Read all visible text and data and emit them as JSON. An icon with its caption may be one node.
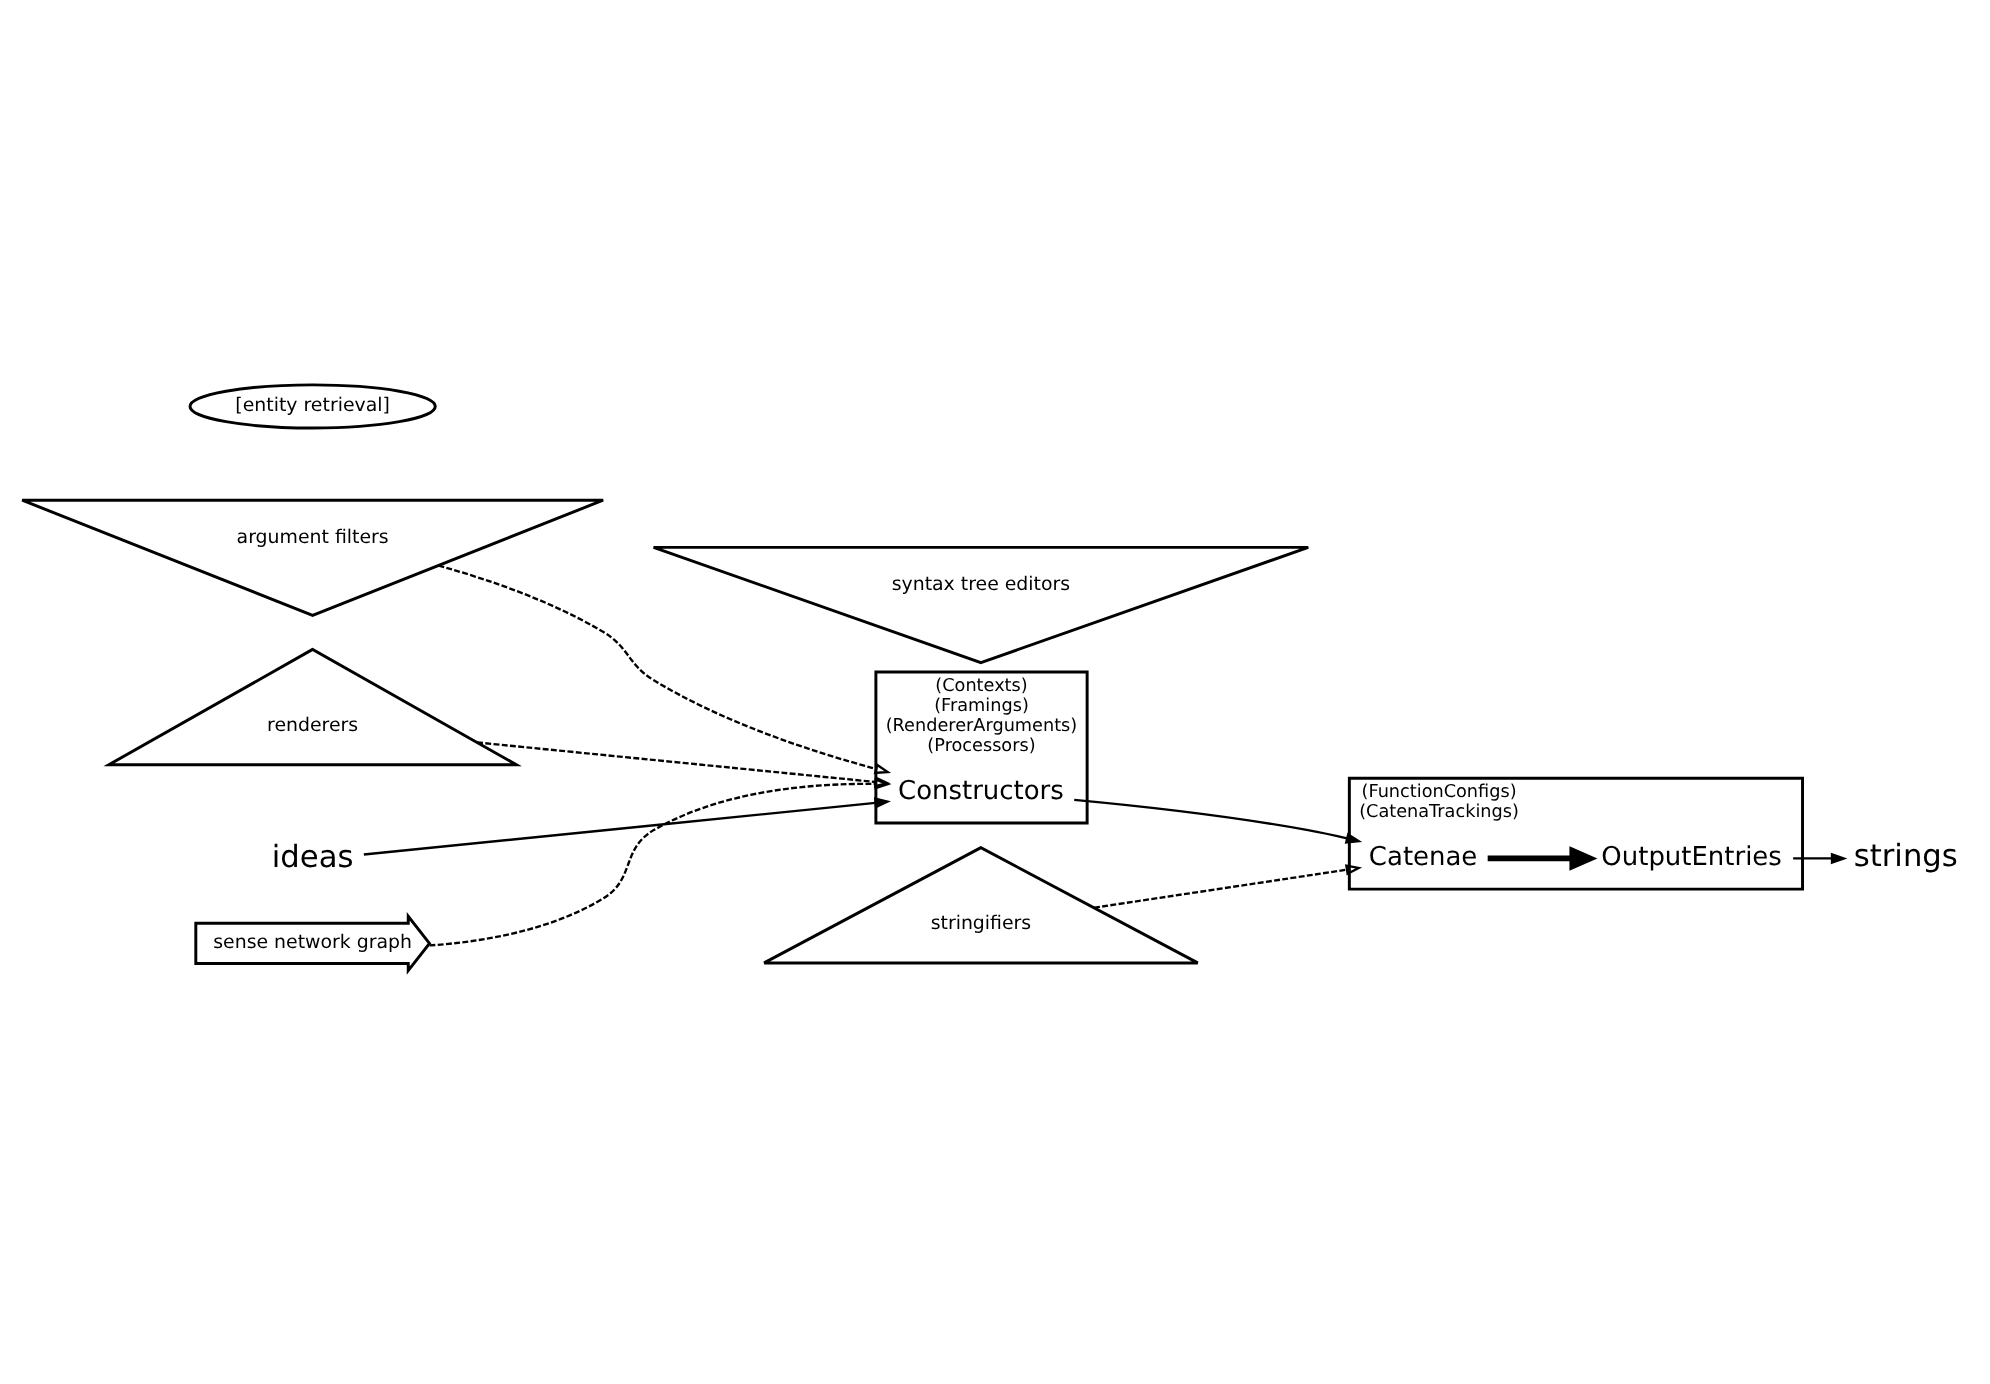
{
  "diagram": {
    "nodes": [
      {
        "text": [
          "argument filters"
        ]
      },
      {
        "text": [
          "renderers"
        ]
      },
      {
        "text": [
          "syntax tree editors"
        ]
      },
      {
        "text": [
          "stringifiers"
        ]
      },
      {
        "text": [
          "(Contexts)",
          "(Framings)",
          "(RendererArguments)",
          "(Processors)"
        ]
      },
      {
        "text": [
          "ideas"
        ]
      },
      {
        "text": [
          "Constructors"
        ],
        "in": 4
      },
      {
        "text": [
          "(FunctionConfigs)",
          "(CatenaTrackings)"
        ]
      },
      {
        "text": [
          "Catenae"
        ],
        "in": 7
      },
      {
        "text": [
          "OutputEntries"
        ],
        "in": 7
      },
      {
        "text": [
          "strings"
        ]
      },
      {
        "text": [
          "sense network graph"
        ]
      },
      {
        "text": [
          "[entity retrieval]"
        ]
      }
    ],
    "edges": [
      {
        "from": 0,
        "to": 6,
        "arrow": "to",
        "style": "dashed"
      },
      {
        "from": 1,
        "to": 6,
        "arrow": "to",
        "style": "dashed"
      },
      {
        "from": 11,
        "to": 6,
        "arrow": "to",
        "style": "dashed"
      },
      {
        "from": 3,
        "to": 8,
        "arrow": "to",
        "style": "dashed"
      },
      {
        "from": 5,
        "to": 6,
        "arrow": "to"
      },
      {
        "from": 6,
        "to": 8,
        "arrow": "to"
      },
      {
        "from": 8,
        "to": 9,
        "arrow": "to",
        "style": "thick"
      },
      {
        "from": 9,
        "to": 10,
        "arrow": "to"
      }
    ]
  }
}
